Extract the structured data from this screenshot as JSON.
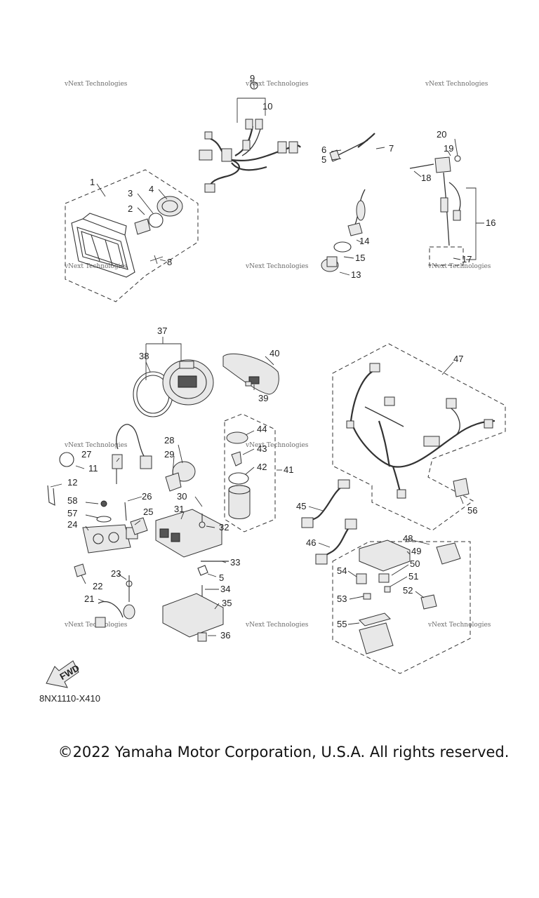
{
  "diagram": {
    "callouts": [
      "1",
      "2",
      "3",
      "4",
      "5",
      "6",
      "7",
      "8",
      "9",
      "10",
      "11",
      "12",
      "13",
      "14",
      "15",
      "16",
      "17",
      "18",
      "19",
      "20",
      "21",
      "22",
      "23",
      "24",
      "25",
      "26",
      "27",
      "28",
      "29",
      "30",
      "31",
      "32",
      "33",
      "5",
      "34",
      "35",
      "36",
      "37",
      "38",
      "39",
      "40",
      "41",
      "42",
      "43",
      "44",
      "45",
      "46",
      "47",
      "48",
      "49",
      "50",
      "51",
      "52",
      "53",
      "54",
      "55",
      "56",
      "57",
      "58"
    ],
    "watermark": "vNext Technologies",
    "fwd_label": "FWD"
  },
  "footer": {
    "ref_code": "8NX1110-X410",
    "copyright": "©2022 Yamaha Motor Corporation, U.S.A. All rights reserved."
  }
}
